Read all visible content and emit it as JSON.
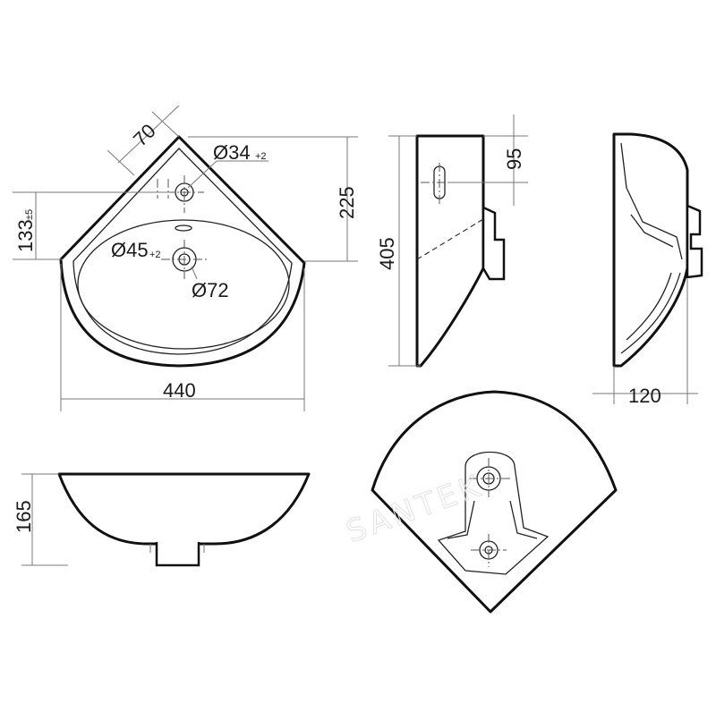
{
  "dimensions": {
    "corner_offset": "70",
    "tap_hole": "Ø34",
    "tap_hole_tol": "+2",
    "depth": "225",
    "waste_hole": "Ø45",
    "waste_hole_tol": "+2",
    "drain": "Ø72",
    "waste_height": "133",
    "waste_height_tol": "±5",
    "width": "440",
    "side_top": "95",
    "height": "405",
    "projection": "120",
    "bowl_height": "165"
  },
  "watermark": "SANTEK"
}
